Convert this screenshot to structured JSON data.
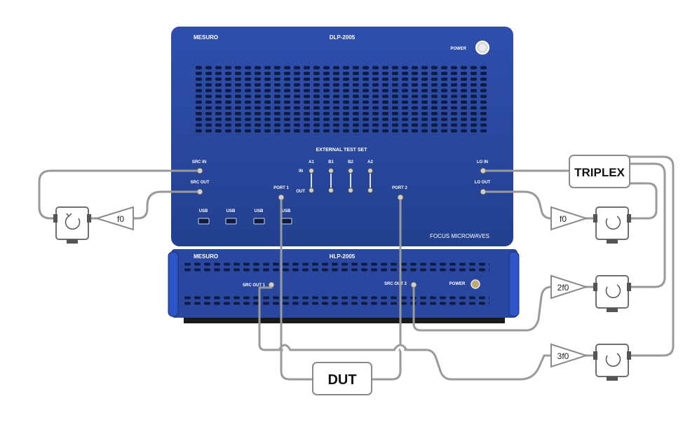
{
  "upper_unit": {
    "brand": "MESURO",
    "model": "DLP-2005",
    "power_label": "POWER",
    "test_set_label": "EXTERNAL TEST SET",
    "src_in": "SRC IN",
    "src_out": "SRC OUT",
    "port1": "PORT 1",
    "port2": "PORT 2",
    "in_label": "IN",
    "out_label": "OUT",
    "channels": [
      "A1",
      "B1",
      "B2",
      "A2"
    ],
    "lo_in": "LO IN",
    "lo_out": "LO OUT",
    "usb": [
      "USB",
      "USB",
      "USB",
      "USB"
    ],
    "maker": "FOCUS MICROWAVES"
  },
  "lower_unit": {
    "brand": "MESURO",
    "model": "HLP-2005",
    "src_out1": "SRC OUT 1",
    "src_out2": "SRC OUT 2",
    "power_label": "POWER"
  },
  "external": {
    "triplex": "TRIPLEX",
    "dut": "DUT",
    "amp_left": "f0",
    "amp_right_1": "f0",
    "amp_right_2": "2f0",
    "amp_right_3": "3f0"
  },
  "colors": {
    "panel": "#2c4aa3",
    "cable": "#9a9a9a",
    "circulator_body": "#ffffff"
  }
}
